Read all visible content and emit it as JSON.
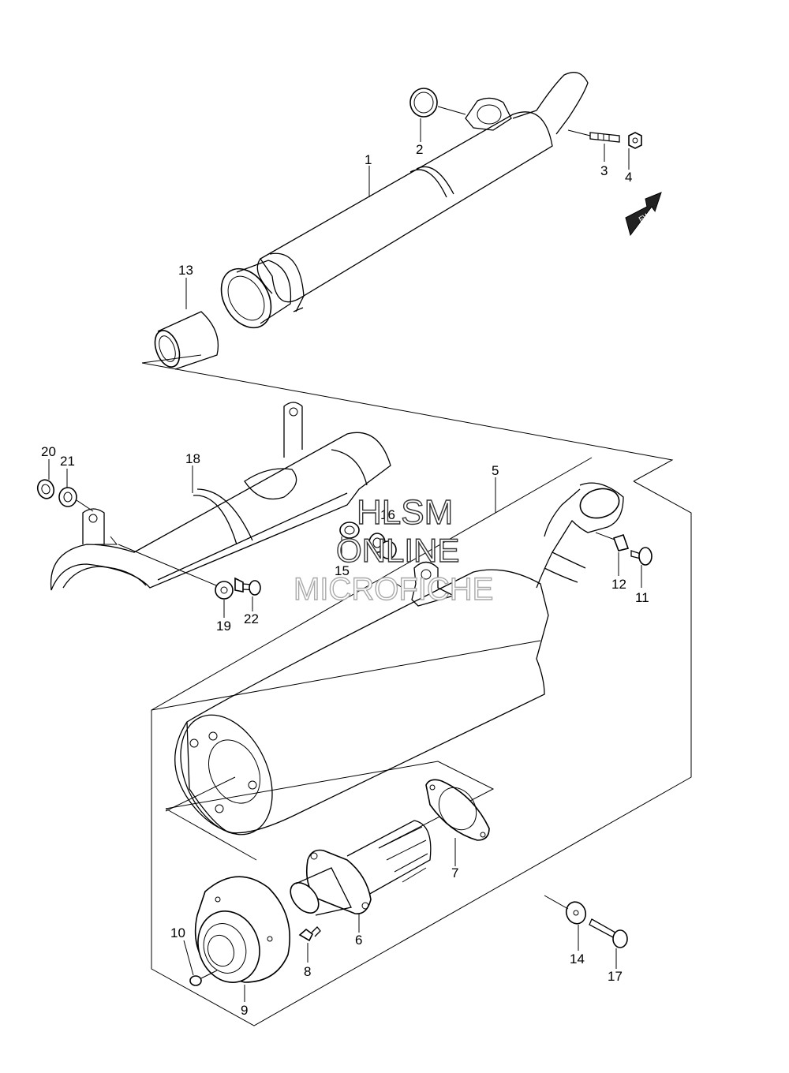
{
  "diagram": {
    "fwd_label": "FWD",
    "watermark": {
      "line1": "HLSM",
      "line2": "ONLINE",
      "line3": "MICROFICHE"
    },
    "parts": [
      {
        "id": "1",
        "label": "1"
      },
      {
        "id": "2",
        "label": "2"
      },
      {
        "id": "3",
        "label": "3"
      },
      {
        "id": "4",
        "label": "4"
      },
      {
        "id": "5",
        "label": "5"
      },
      {
        "id": "6",
        "label": "6"
      },
      {
        "id": "7",
        "label": "7"
      },
      {
        "id": "8",
        "label": "8"
      },
      {
        "id": "9",
        "label": "9"
      },
      {
        "id": "10",
        "label": "10"
      },
      {
        "id": "11",
        "label": "11"
      },
      {
        "id": "12",
        "label": "12"
      },
      {
        "id": "13",
        "label": "13"
      },
      {
        "id": "14",
        "label": "14"
      },
      {
        "id": "15",
        "label": "15"
      },
      {
        "id": "16",
        "label": "16"
      },
      {
        "id": "17",
        "label": "17"
      },
      {
        "id": "18",
        "label": "18"
      },
      {
        "id": "19",
        "label": "19"
      },
      {
        "id": "20",
        "label": "20"
      },
      {
        "id": "21",
        "label": "21"
      },
      {
        "id": "22",
        "label": "22"
      }
    ]
  }
}
